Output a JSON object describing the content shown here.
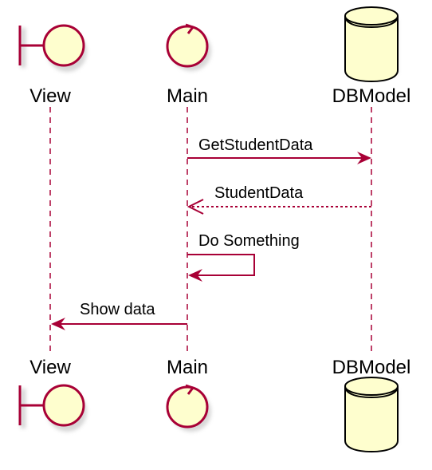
{
  "colors": {
    "accent": "#A80036",
    "fill": "#FEFECE",
    "outline": "#000000",
    "shadow": "#C8C8C8"
  },
  "participants": [
    {
      "id": "view",
      "name": "View",
      "kind": "boundary"
    },
    {
      "id": "main",
      "name": "Main",
      "kind": "control"
    },
    {
      "id": "db",
      "name": "DBModel",
      "kind": "database"
    }
  ],
  "messages": [
    {
      "from": "main",
      "to": "db",
      "label": "GetStudentData",
      "style": "solid"
    },
    {
      "from": "db",
      "to": "main",
      "label": "StudentData",
      "style": "dashed"
    },
    {
      "from": "main",
      "to": "main",
      "label": "Do Something",
      "style": "solid"
    },
    {
      "from": "main",
      "to": "view",
      "label": "Show data",
      "style": "solid"
    }
  ]
}
